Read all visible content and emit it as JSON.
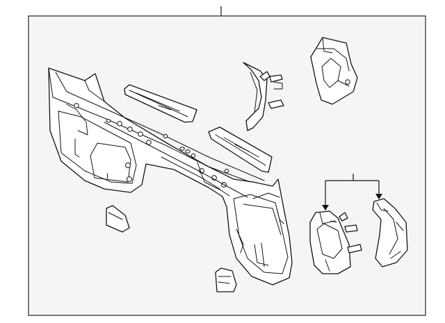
{
  "diagram": {
    "parts": [
      {
        "id": "rear-body-panel"
      },
      {
        "id": "upper-reinforcement-left"
      },
      {
        "id": "upper-reinforcement-right"
      },
      {
        "id": "side-bracket"
      },
      {
        "id": "corner-bracket-top"
      },
      {
        "id": "corner-bracket-lower-left"
      },
      {
        "id": "corner-bracket-lower-right"
      },
      {
        "id": "small-plate-left"
      },
      {
        "id": "small-plate-bottom"
      }
    ],
    "colors": {
      "line": "#111111",
      "frame_fill": "#f5f5f5",
      "background": "#ffffff"
    }
  }
}
